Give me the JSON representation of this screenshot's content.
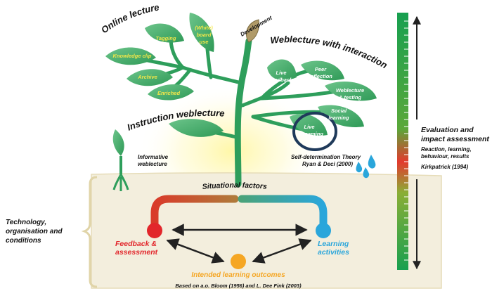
{
  "curved_titles": {
    "online_lecture": "Online lecture",
    "weblecture_interaction": "Weblecture with interaction",
    "instruction_weblecture": "Instruction weblecture",
    "situational_factors": "Situational factors"
  },
  "top_label": "Development",
  "left_leaves": [
    "Tagging",
    "(White) board use",
    "Knowledge clip",
    "Archive",
    "Enriched"
  ],
  "right_leaves": [
    "Live feedback",
    "Peer reflection",
    "Weblecture & testing",
    "Social learning",
    "Live streaming"
  ],
  "informative": "Informative weblecture",
  "theory": [
    "Self-determination Theory",
    "Ryan & Deci (2000)"
  ],
  "technology": [
    "Technology,",
    "organisation and",
    "conditions"
  ],
  "feedback": [
    "Feedback &",
    "assessment"
  ],
  "learning": [
    "Learning",
    "activities"
  ],
  "outcomes": "Intended learning outcomes",
  "based_on": "Based on a.o. Bloom (1956) and L. Dee Fink (2003)",
  "evaluation": {
    "title": [
      "Evaluation and",
      "impact assessment"
    ],
    "subtitle": [
      "Reaction, learning,",
      "behaviour, results"
    ],
    "citation": "Kirkpatrick (1994)"
  },
  "colors": {
    "stem": "#2e9e5b",
    "leaf": "#3aa868",
    "leaf_label": "#f2e64a",
    "feedback": "#e2262b",
    "learning": "#2aa6db",
    "outcomes": "#f5a623",
    "soil": "#f2ecd9",
    "highlight_circle": "#1f3a5a"
  },
  "icons": [
    "up-arrow-icon",
    "down-arrow-icon",
    "water-drop-icon",
    "sprout-icon"
  ]
}
